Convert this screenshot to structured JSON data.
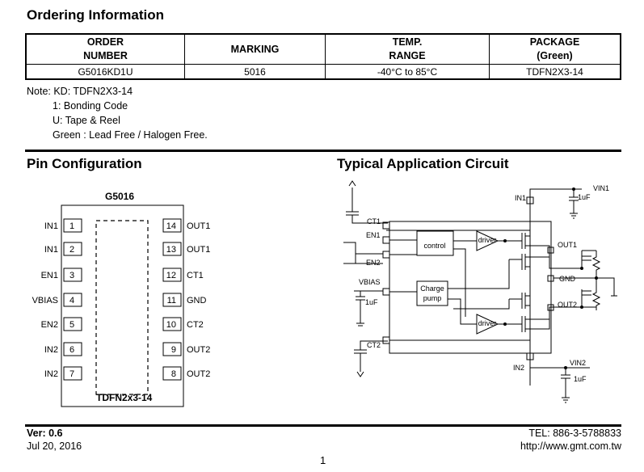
{
  "ordering": {
    "title": "Ordering Information",
    "headers": [
      [
        "ORDER",
        "NUMBER"
      ],
      [
        "MARKING"
      ],
      [
        "TEMP.",
        "RANGE"
      ],
      [
        "PACKAGE",
        "(Green)"
      ]
    ],
    "row": [
      "G5016KD1U",
      "5016",
      "-40°C to 85°C",
      "TDFN2X3-14"
    ]
  },
  "notes": [
    "Note: KD: TDFN2X3-14",
    "1: Bonding Code",
    "U: Tape & Reel",
    "Green : Lead Free / Halogen Free."
  ],
  "pin_config": {
    "title": "Pin Configuration",
    "chip_name": "G5016",
    "package": "TDFN2x3-14",
    "left_pins": [
      {
        "name": "IN1",
        "num": "1"
      },
      {
        "name": "IN1",
        "num": "2"
      },
      {
        "name": "EN1",
        "num": "3"
      },
      {
        "name": "VBIAS",
        "num": "4"
      },
      {
        "name": "EN2",
        "num": "5"
      },
      {
        "name": "IN2",
        "num": "6"
      },
      {
        "name": "IN2",
        "num": "7"
      }
    ],
    "right_pins": [
      {
        "name": "OUT1",
        "num": "14"
      },
      {
        "name": "OUT1",
        "num": "13"
      },
      {
        "name": "CT1",
        "num": "12"
      },
      {
        "name": "GND",
        "num": "11"
      },
      {
        "name": "CT2",
        "num": "10"
      },
      {
        "name": "OUT2",
        "num": "9"
      },
      {
        "name": "OUT2",
        "num": "8"
      }
    ]
  },
  "app_circuit": {
    "title": "Typical Application Circuit",
    "labels": {
      "vin1": "VIN1",
      "cap1": "1uF",
      "in1": "IN1",
      "ct1": "CT1",
      "en1": "EN1",
      "en2": "EN2",
      "control": "control",
      "driver_top": "driver",
      "driver_bottom": "driver",
      "out1": "OUT1",
      "gnd": "GND",
      "out2": "OUT2",
      "vbias": "VBIAS",
      "cap_vbias": "1uF",
      "charge1": "Charge",
      "charge2": "pump",
      "ct2": "CT2",
      "in2": "IN2",
      "vin2": "VIN2",
      "cap2": "1uF"
    }
  },
  "footer": {
    "ver": "Ver: 0.6",
    "date": "Jul 20, 2016",
    "tel": "TEL: 886-3-5788833",
    "url": "http://www.gmt.com.tw",
    "page": "1"
  }
}
